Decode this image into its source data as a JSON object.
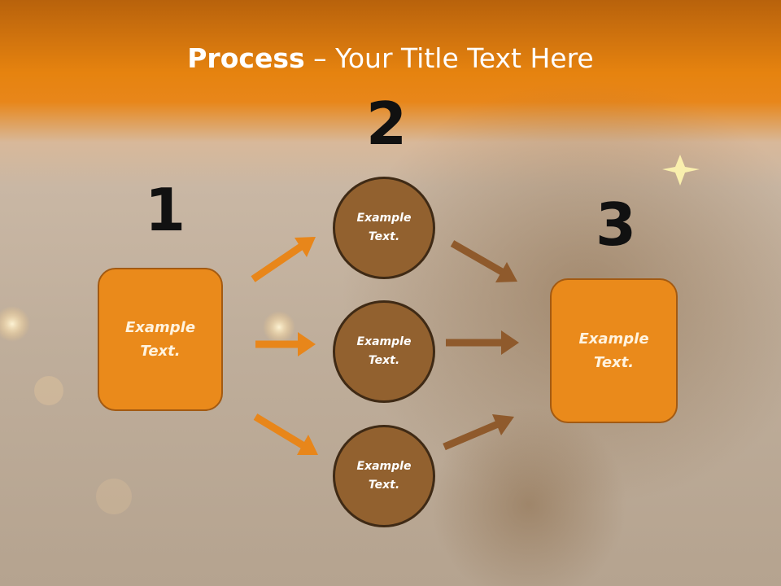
{
  "slide": {
    "title_bold": "Process",
    "title_rest": " – Your Title Text Here"
  },
  "steps": {
    "n1": "1",
    "n2": "2",
    "n3": "3"
  },
  "nodes": {
    "left": "Example Text.",
    "top": "Example Text.",
    "middle": "Example Text.",
    "bottom": "Example Text.",
    "right": "Example Text."
  },
  "colors": {
    "orange": "#ea8a1b",
    "brown": "#92612f",
    "arrow_orange": "#e8861a",
    "arrow_brown": "#8f5a2c",
    "banner": "#e6830f"
  }
}
